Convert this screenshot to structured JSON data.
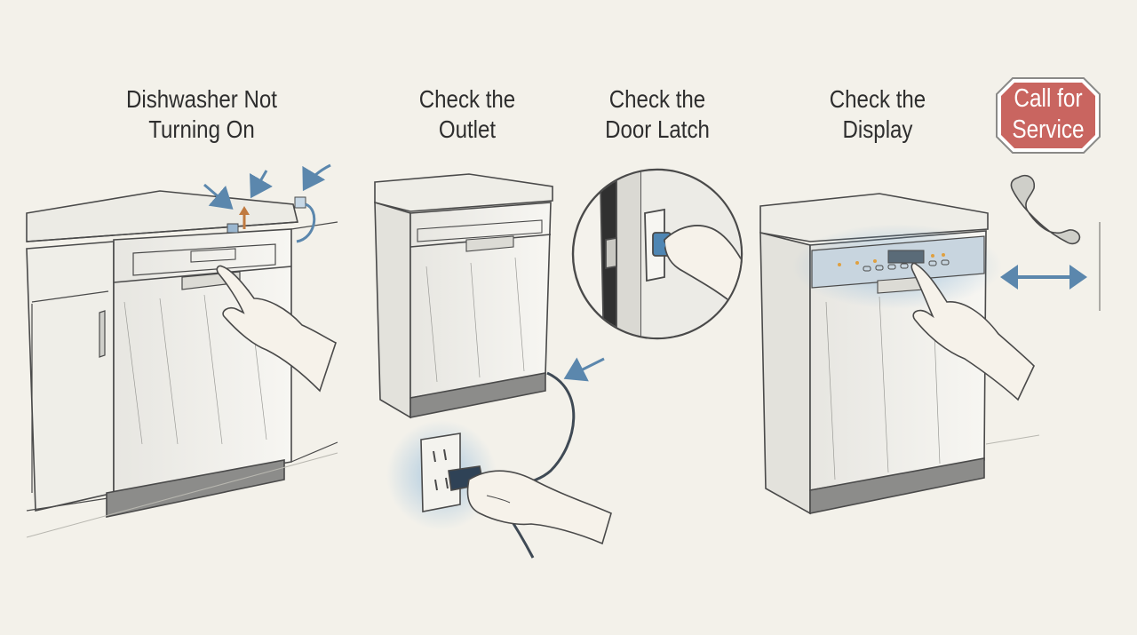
{
  "steps": [
    {
      "line1": "Dishwasher Not",
      "line2": "Turning On"
    },
    {
      "line1": "Check the",
      "line2": "Outlet"
    },
    {
      "line1": "Check the",
      "line2": "Door Latch"
    },
    {
      "line1": "Check the",
      "line2": "Display"
    }
  ],
  "service_sign": {
    "line1": "Call for",
    "line2": "Service"
  },
  "colors": {
    "background": "#f3f1ea",
    "pencil": "#4a4a4a",
    "accent_blue": "#5b87ad",
    "highlight_blue": "#7fb0d8",
    "sign_red": "#c96560",
    "indicator_orange": "#e0a040"
  },
  "icons": [
    "arrow-icon",
    "phone-icon",
    "double-arrow-icon",
    "power-plug-icon",
    "wall-outlet-icon",
    "latch-icon",
    "pointing-hand-icon"
  ]
}
